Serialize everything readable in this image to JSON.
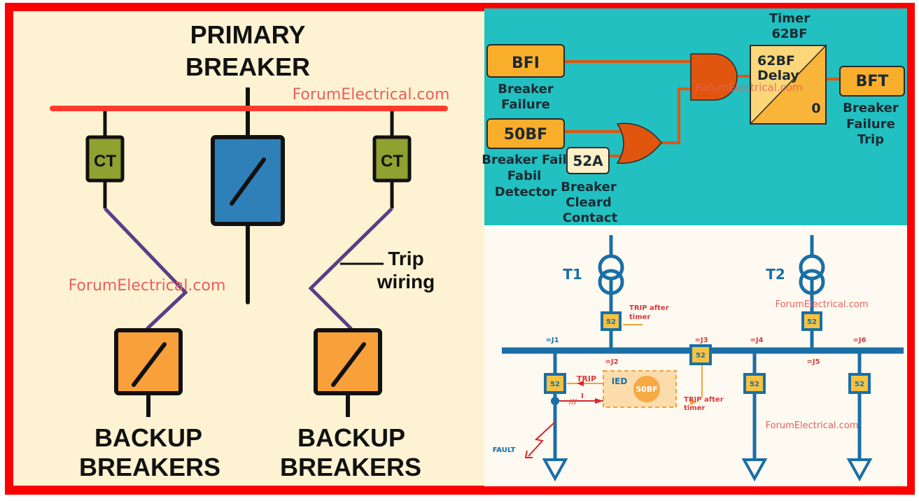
{
  "left_diagram": {
    "title_line1": "PRIMARY",
    "title_line2": "BREAKER",
    "watermark_top": "ForumElectrical.com",
    "watermark_mid": "ForumElectrical.com",
    "ct_left": "CT",
    "ct_right": "CT",
    "trip_label_line1": "Trip",
    "trip_label_line2": "wiring",
    "backup_left_line1": "BACKUP",
    "backup_left_line2": "BREAKERS",
    "backup_right_line1": "BACKUP",
    "backup_right_line2": "BREAKERS",
    "colors": {
      "background": "#fdf3d2",
      "bus": "#ff3b30",
      "ct": "#8fa12e",
      "primary_breaker": "#2f80b8",
      "backup_breaker": "#f8a03a",
      "trip_wiring": "#5a3e86"
    }
  },
  "logic_diagram": {
    "bfi": {
      "label": "BFI",
      "caption_line1": "Breaker",
      "caption_line2": "Failure"
    },
    "detector": {
      "label": "50BF",
      "caption_line1": "Breaker Fail",
      "caption_line2": "Fabil",
      "caption_line3": "Detector"
    },
    "contact": {
      "label": "52A",
      "caption_line1": "Breaker",
      "caption_line2": "Cleard",
      "caption_line3": "Contact"
    },
    "and_gate": "AND",
    "or_gate": "OR",
    "timer": {
      "title_line1": "Timer",
      "title_line2": "62BF",
      "inner_line1": "62BF",
      "inner_line2": "Delay",
      "reset_value": "0"
    },
    "bft": {
      "label": "BFT",
      "caption_line1": "Breaker",
      "caption_line2": "Failure",
      "caption_line3": "Trip"
    },
    "watermark": "ForumElectrical.com",
    "colors": {
      "background": "#22c0c0",
      "block": "#f9ae2b",
      "gate": "#e0560f",
      "wire": "#e0560f"
    }
  },
  "single_line_diagram": {
    "transformer_1": "T1",
    "transformer_2": "T2",
    "breaker_label": "52",
    "nodes": [
      "=J1",
      "=J2",
      "=J3",
      "=J4",
      "=J5",
      "=J6"
    ],
    "trip_after_timer_top_line1": "TRIP after",
    "trip_after_timer_top_line2": "timer",
    "trip_after_timer_bottom_line1": "TRIP after",
    "trip_after_timer_bottom_line2": "timer",
    "trip": "TRIP",
    "current_symbol": "I",
    "ied": "IED",
    "relay": "50BF",
    "fault": "FAULT",
    "watermark_top": "ForumElectrical.com",
    "watermark_bottom": "ForumElectrical.com",
    "colors": {
      "line": "#1a6fa6",
      "breaker_fill": "#f5c242",
      "signal": "#f3a33a",
      "fault": "#d8262b"
    }
  }
}
